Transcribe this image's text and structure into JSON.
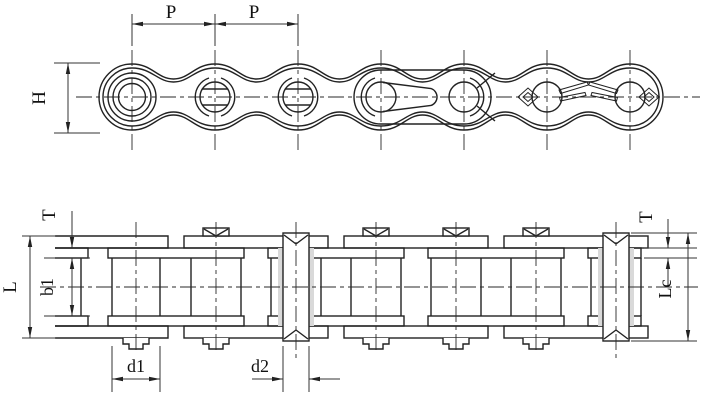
{
  "colors": {
    "line": "#222222",
    "background": "#ffffff",
    "shade": "#d9d9d9"
  },
  "top_view": {
    "pitch1": "P",
    "pitch2": "P",
    "height": "H"
  },
  "bottom_view": {
    "thickness_left": "T",
    "length": "L",
    "inner_width": "b1",
    "roller_diameter": "d1",
    "pin_diameter": "d2",
    "thickness_right": "T",
    "connecting_length": "Lc"
  }
}
